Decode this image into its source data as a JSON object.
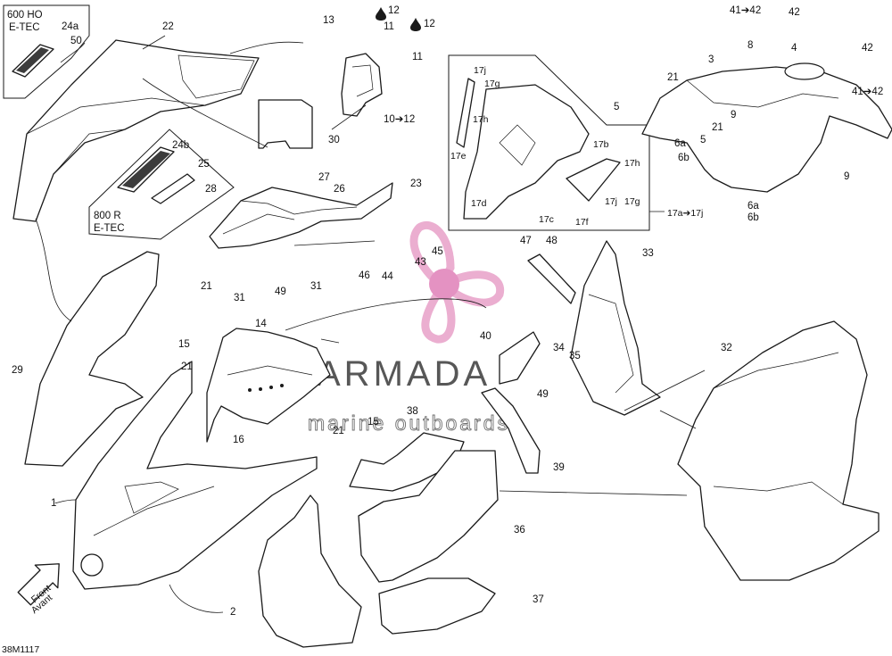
{
  "diagram": {
    "code": "38M1117",
    "callouts": {
      "box600": "600 HO\nE-TEC",
      "box800": "800 R\nE-TEC",
      "front": "Front\nAvant"
    },
    "labels": [
      {
        "id": "l1",
        "text": "1"
      },
      {
        "id": "l2",
        "text": "2"
      },
      {
        "id": "l3",
        "text": "3"
      },
      {
        "id": "l4",
        "text": "4"
      },
      {
        "id": "l5a",
        "text": "5"
      },
      {
        "id": "l5b",
        "text": "5"
      },
      {
        "id": "l6a1",
        "text": "6a"
      },
      {
        "id": "l6b1",
        "text": "6b"
      },
      {
        "id": "l6a2",
        "text": "6a"
      },
      {
        "id": "l6b2",
        "text": "6b"
      },
      {
        "id": "l8",
        "text": "8"
      },
      {
        "id": "l9a",
        "text": "9"
      },
      {
        "id": "l9b",
        "text": "9"
      },
      {
        "id": "l10",
        "text": "10➔12"
      },
      {
        "id": "l11a",
        "text": "11"
      },
      {
        "id": "l11b",
        "text": "11"
      },
      {
        "id": "l12a",
        "text": "12"
      },
      {
        "id": "l12b",
        "text": "12"
      },
      {
        "id": "l13",
        "text": "13"
      },
      {
        "id": "l14",
        "text": "14"
      },
      {
        "id": "l15a",
        "text": "15"
      },
      {
        "id": "l15b",
        "text": "15"
      },
      {
        "id": "l16",
        "text": "16"
      },
      {
        "id": "l17a",
        "text": "17j"
      },
      {
        "id": "l17b",
        "text": "17g"
      },
      {
        "id": "l17c",
        "text": "17h"
      },
      {
        "id": "l17d",
        "text": "17b"
      },
      {
        "id": "l17e",
        "text": "17e"
      },
      {
        "id": "l17f",
        "text": "17h"
      },
      {
        "id": "l17g",
        "text": "17g"
      },
      {
        "id": "l17h",
        "text": "17j"
      },
      {
        "id": "l17i",
        "text": "17d"
      },
      {
        "id": "l17k",
        "text": "17c"
      },
      {
        "id": "l17l",
        "text": "17f"
      },
      {
        "id": "l17m",
        "text": "17a➔17j"
      },
      {
        "id": "l21a",
        "text": "21"
      },
      {
        "id": "l21b",
        "text": "21"
      },
      {
        "id": "l21c",
        "text": "21"
      },
      {
        "id": "l21d",
        "text": "21"
      },
      {
        "id": "l22",
        "text": "22"
      },
      {
        "id": "l23",
        "text": "23"
      },
      {
        "id": "l24a",
        "text": "24a"
      },
      {
        "id": "l24b",
        "text": "24b"
      },
      {
        "id": "l25",
        "text": "25"
      },
      {
        "id": "l26",
        "text": "26"
      },
      {
        "id": "l27",
        "text": "27"
      },
      {
        "id": "l28",
        "text": "28"
      },
      {
        "id": "l29",
        "text": "29"
      },
      {
        "id": "l30",
        "text": "30"
      },
      {
        "id": "l31a",
        "text": "31"
      },
      {
        "id": "l31b",
        "text": "31"
      },
      {
        "id": "l32",
        "text": "32"
      },
      {
        "id": "l33",
        "text": "33"
      },
      {
        "id": "l34",
        "text": "34"
      },
      {
        "id": "l35",
        "text": "35"
      },
      {
        "id": "l36",
        "text": "36"
      },
      {
        "id": "l37",
        "text": "37"
      },
      {
        "id": "l38",
        "text": "38"
      },
      {
        "id": "l39",
        "text": "39"
      },
      {
        "id": "l40",
        "text": "40"
      },
      {
        "id": "l41a",
        "text": "41➔42"
      },
      {
        "id": "l41b",
        "text": "41➔42"
      },
      {
        "id": "l42a",
        "text": "42"
      },
      {
        "id": "l42b",
        "text": "42"
      },
      {
        "id": "l43",
        "text": "43"
      },
      {
        "id": "l44",
        "text": "44"
      },
      {
        "id": "l45",
        "text": "45"
      },
      {
        "id": "l46",
        "text": "46"
      },
      {
        "id": "l47",
        "text": "47"
      },
      {
        "id": "l48",
        "text": "48"
      },
      {
        "id": "l49a",
        "text": "49"
      },
      {
        "id": "l49b",
        "text": "49"
      },
      {
        "id": "l50",
        "text": "50"
      }
    ]
  },
  "watermark": {
    "brand": "ARMADA",
    "tagline": "marine outboards",
    "logo": "propeller-logo",
    "accent": "#e8a0c8",
    "accent_center": "#e07fb8"
  },
  "icons": {
    "oil_drop": "oil-drop-icon",
    "front_arrow": "front-arrow-icon"
  }
}
